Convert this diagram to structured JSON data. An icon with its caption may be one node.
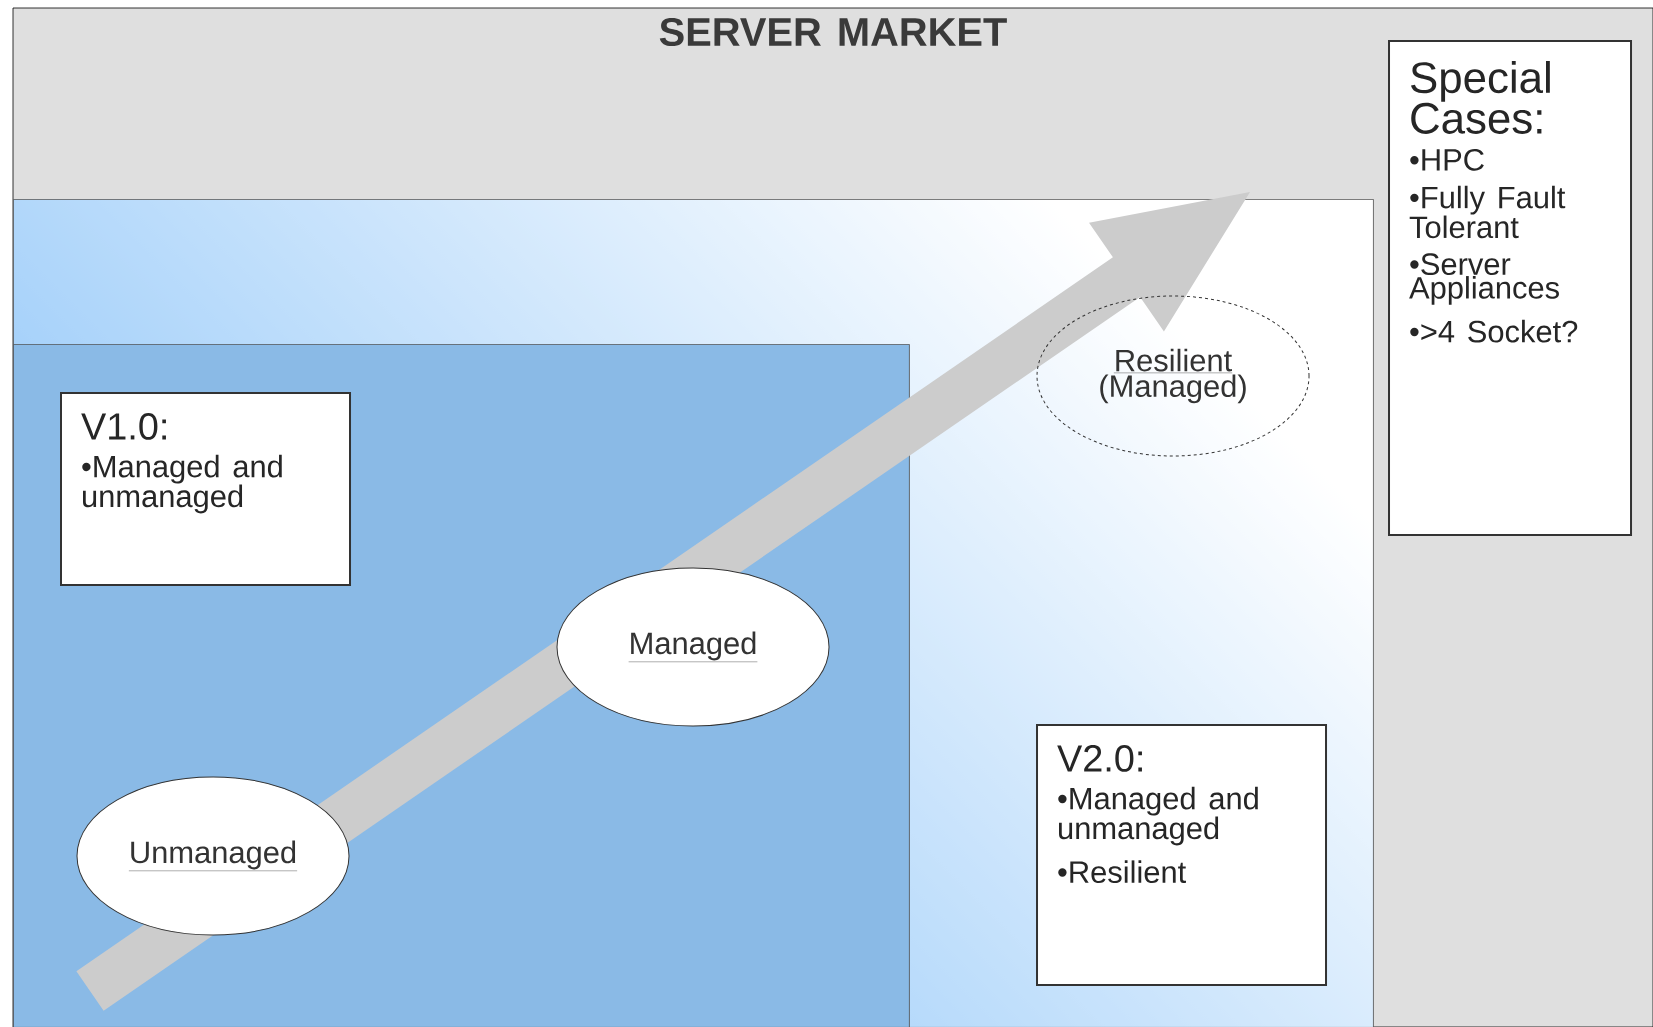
{
  "diagram": {
    "title": "SERVER MARKET",
    "nodes": [
      {
        "text": [],
        "shape": "box"
      },
      {
        "text": [],
        "shape": "box",
        "in": 0
      },
      {
        "text": [
          "V1.0:",
          "•Managed and unmanaged"
        ],
        "in": 1
      },
      {
        "text": [
          "Unmanaged"
        ],
        "in": 1
      },
      {
        "text": [
          "Managed"
        ],
        "in": 1
      },
      {
        "text": [
          "Resilient",
          "(Managed)"
        ],
        "in": 0
      },
      {
        "text": [
          "V2.0:",
          "•Managed and unmanaged",
          "•Resilient"
        ],
        "in": 0
      },
      {
        "text": [
          "Special Cases:",
          "•HPC",
          "•Fully Fault Tolerant",
          "•Server Appliances",
          "•>4 Socket?"
        ]
      }
    ]
  }
}
